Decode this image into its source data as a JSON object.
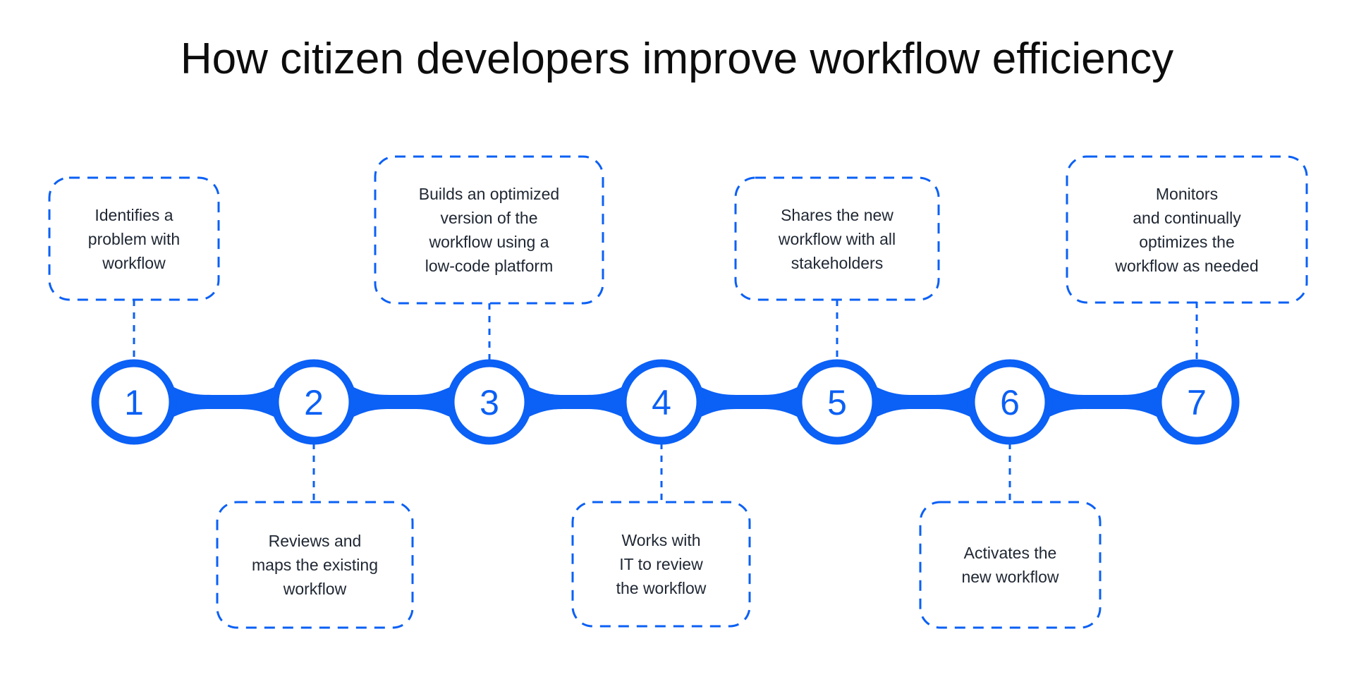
{
  "title": "How citizen developers improve workflow efficiency",
  "colors": {
    "accent": "#0b60f5",
    "label_text": "#1f2733",
    "title_text": "#0d0d0d",
    "background": "#ffffff"
  },
  "steps": [
    {
      "number": "1",
      "position": "top",
      "label": "Identifies a\nproblem with\nworkflow"
    },
    {
      "number": "2",
      "position": "bottom",
      "label": "Reviews and\nmaps the existing\nworkflow"
    },
    {
      "number": "3",
      "position": "top",
      "label": "Builds an optimized\nversion of the\nworkflow using a\nlow-code platform"
    },
    {
      "number": "4",
      "position": "bottom",
      "label": "Works with\nIT to review\nthe workflow"
    },
    {
      "number": "5",
      "position": "top",
      "label": "Shares the new\nworkflow with all\nstakeholders"
    },
    {
      "number": "6",
      "position": "bottom",
      "label": "Activates the\nnew workflow"
    },
    {
      "number": "7",
      "position": "top",
      "label": "Monitors\nand continually\noptimizes the\nworkflow as needed"
    }
  ]
}
